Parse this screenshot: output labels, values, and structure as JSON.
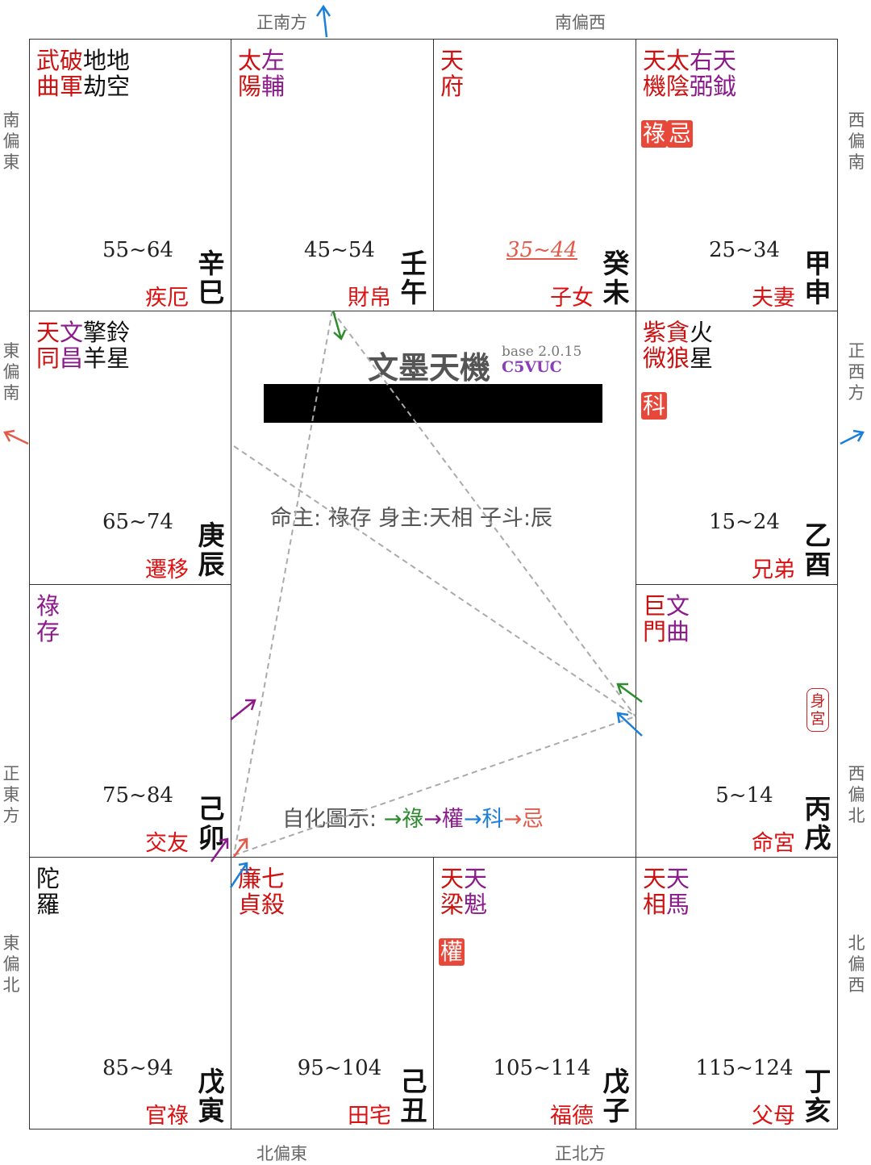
{
  "directions": {
    "top_left": "正南方",
    "top_right": "南偏西",
    "bottom_left": "北偏東",
    "bottom_right": "正北方",
    "left_1": "南偏東",
    "left_2": "東偏南",
    "left_3": "正東方",
    "left_4": "東偏北",
    "right_1": "西偏南",
    "right_2": "正西方",
    "right_3": "西偏北",
    "right_4": "北偏西"
  },
  "palaces": [
    {
      "id": "si",
      "stars": [
        {
          "t": "武曲",
          "c": "red"
        },
        {
          "t": "破軍",
          "c": "red"
        },
        {
          "t": "地劫",
          "c": "black"
        },
        {
          "t": "地空",
          "c": "black"
        }
      ],
      "range": "55~64",
      "stem": "辛",
      "branch": "巳",
      "name": "疾厄"
    },
    {
      "id": "wu",
      "stars": [
        {
          "t": "太陽",
          "c": "red"
        },
        {
          "t": "左輔",
          "c": "purple"
        }
      ],
      "range": "45~54",
      "stem": "壬",
      "branch": "午",
      "name": "財帛"
    },
    {
      "id": "wei",
      "stars": [
        {
          "t": "天府",
          "c": "red"
        }
      ],
      "range": "35~44",
      "stem": "癸",
      "branch": "未",
      "name": "子女"
    },
    {
      "id": "shen",
      "stars": [
        {
          "t": "天機",
          "c": "red"
        },
        {
          "t": "太陰",
          "c": "red"
        },
        {
          "t": "右弼",
          "c": "purple"
        },
        {
          "t": "天鉞",
          "c": "purple"
        }
      ],
      "hua": [
        "祿",
        "忌"
      ],
      "range": "25~34",
      "stem": "甲",
      "branch": "申",
      "name": "夫妻"
    },
    {
      "id": "chen",
      "stars": [
        {
          "t": "天同",
          "c": "red"
        },
        {
          "t": "文昌",
          "c": "purple"
        },
        {
          "t": "擎羊",
          "c": "black"
        },
        {
          "t": "鈴星",
          "c": "black"
        }
      ],
      "range": "65~74",
      "stem": "庚",
      "branch": "辰",
      "name": "遷移"
    },
    {
      "id": "you",
      "stars": [
        {
          "t": "紫微",
          "c": "red"
        },
        {
          "t": "貪狼",
          "c": "red"
        },
        {
          "t": "火星",
          "c": "black"
        }
      ],
      "hua": [
        "科"
      ],
      "range": "15~24",
      "stem": "乙",
      "branch": "酉",
      "name": "兄弟"
    },
    {
      "id": "mao",
      "stars": [
        {
          "t": "祿存",
          "c": "purple"
        }
      ],
      "range": "75~84",
      "stem": "己",
      "branch": "卯",
      "name": "交友"
    },
    {
      "id": "xu",
      "stars": [
        {
          "t": "巨門",
          "c": "red"
        },
        {
          "t": "文曲",
          "c": "purple"
        }
      ],
      "shen": "身宮",
      "range": "5~14",
      "stem": "丙",
      "branch": "戌",
      "name": "命宮"
    },
    {
      "id": "yin",
      "stars": [
        {
          "t": "陀羅",
          "c": "black"
        }
      ],
      "range": "85~94",
      "stem": "戊",
      "branch": "寅",
      "name": "官祿"
    },
    {
      "id": "chou",
      "stars": [
        {
          "t": "廉貞",
          "c": "red"
        },
        {
          "t": "七殺",
          "c": "red"
        }
      ],
      "range": "95~104",
      "stem": "己",
      "branch": "丑",
      "name": "田宅"
    },
    {
      "id": "zi",
      "stars": [
        {
          "t": "天梁",
          "c": "red"
        },
        {
          "t": "天魁",
          "c": "purple"
        }
      ],
      "hua": [
        "權"
      ],
      "range": "105~114",
      "stem": "戊",
      "branch": "子",
      "name": "福德"
    },
    {
      "id": "hai",
      "stars": [
        {
          "t": "天相",
          "c": "red"
        },
        {
          "t": "天馬",
          "c": "purple"
        }
      ],
      "range": "115~124",
      "stem": "丁",
      "branch": "亥",
      "name": "父母"
    }
  ],
  "current_range_palace": "wei",
  "center": {
    "title": "文墨天機",
    "version": "base 2.0.15",
    "code": "C5VUC",
    "master_line": "命主: 祿存 身主:天相 子斗:辰",
    "legend_prefix": "自化圖示: ",
    "legend": [
      {
        "t": "→祿",
        "c": "#2e8b2e"
      },
      {
        "t": "→權",
        "c": "#8b1a8b"
      },
      {
        "t": "→科",
        "c": "#1e7fd8"
      },
      {
        "t": "→忌",
        "c": "#e35a4a"
      }
    ]
  },
  "colors": {
    "red": "#cc1111",
    "purple": "#8b1a8b",
    "black": "#111111",
    "hua_bg": "#e8483a",
    "lu": "#2e8b2e",
    "quan": "#8b1a8b",
    "ke": "#1e7fd8",
    "ji": "#e35a4a"
  }
}
